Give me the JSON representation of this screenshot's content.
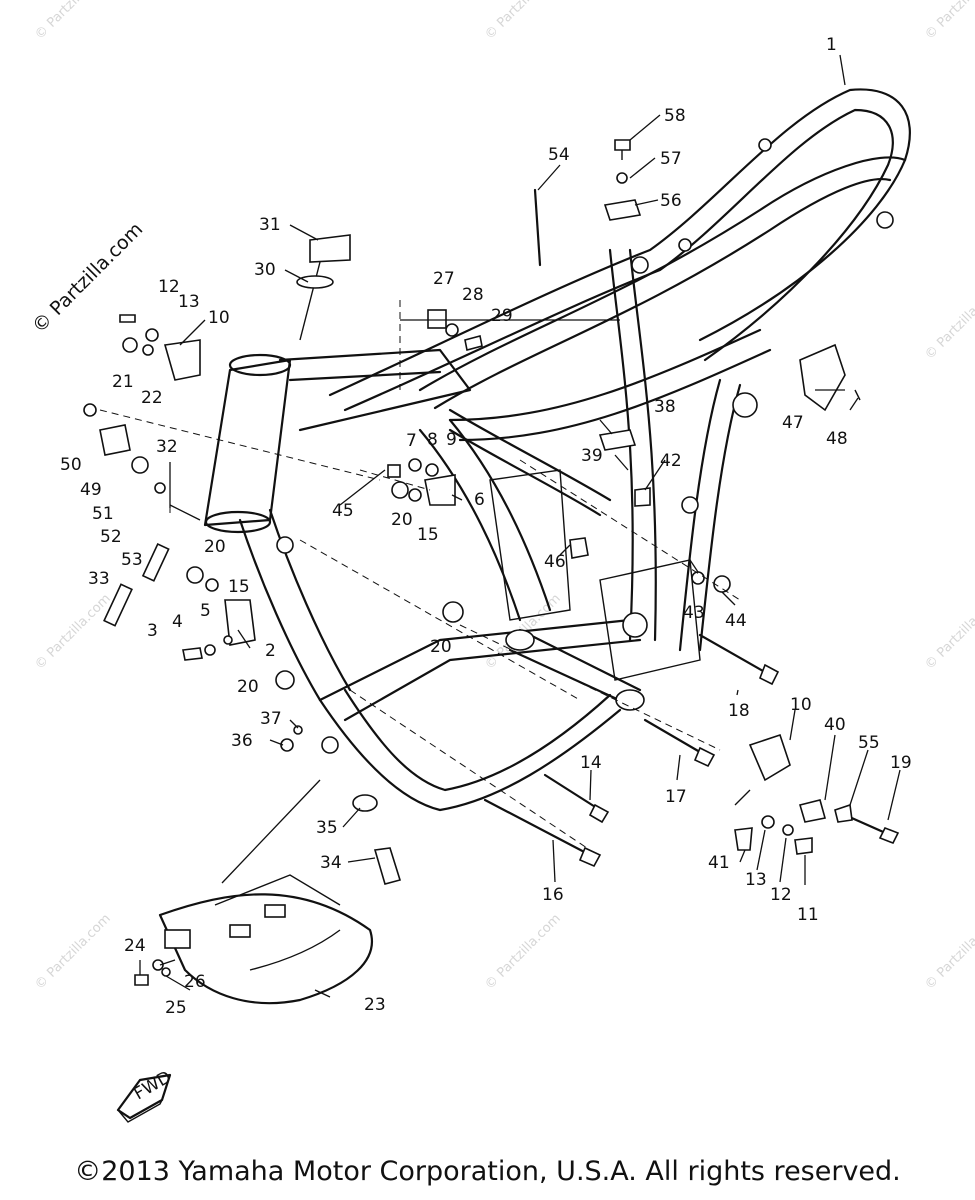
{
  "diagram": {
    "watermark_logo": "© Partzilla.com",
    "copyright": "©2013 Yamaha Motor Corporation, U.S.A. All rights reserved.",
    "fwd_marker": "FWD",
    "callouts": [
      {
        "id": "c1",
        "text": "1"
      },
      {
        "id": "c2",
        "text": "2"
      },
      {
        "id": "c3",
        "text": "3"
      },
      {
        "id": "c4",
        "text": "4"
      },
      {
        "id": "c5",
        "text": "5"
      },
      {
        "id": "c6",
        "text": "6"
      },
      {
        "id": "c7",
        "text": "7"
      },
      {
        "id": "c8",
        "text": "8"
      },
      {
        "id": "c9",
        "text": "9"
      },
      {
        "id": "c10a",
        "text": "10"
      },
      {
        "id": "c10b",
        "text": "10"
      },
      {
        "id": "c11",
        "text": "11"
      },
      {
        "id": "c12a",
        "text": "12"
      },
      {
        "id": "c12b",
        "text": "12"
      },
      {
        "id": "c13a",
        "text": "13"
      },
      {
        "id": "c13b",
        "text": "13"
      },
      {
        "id": "c14",
        "text": "14"
      },
      {
        "id": "c15a",
        "text": "15"
      },
      {
        "id": "c15b",
        "text": "15"
      },
      {
        "id": "c16",
        "text": "16"
      },
      {
        "id": "c17",
        "text": "17"
      },
      {
        "id": "c18",
        "text": "18"
      },
      {
        "id": "c19",
        "text": "19"
      },
      {
        "id": "c20a",
        "text": "20"
      },
      {
        "id": "c20b",
        "text": "20"
      },
      {
        "id": "c20c",
        "text": "20"
      },
      {
        "id": "c20d",
        "text": "20"
      },
      {
        "id": "c21",
        "text": "21"
      },
      {
        "id": "c22",
        "text": "22"
      },
      {
        "id": "c23",
        "text": "23"
      },
      {
        "id": "c24",
        "text": "24"
      },
      {
        "id": "c25",
        "text": "25"
      },
      {
        "id": "c26",
        "text": "26"
      },
      {
        "id": "c27",
        "text": "27"
      },
      {
        "id": "c28",
        "text": "28"
      },
      {
        "id": "c29",
        "text": "29"
      },
      {
        "id": "c30",
        "text": "30"
      },
      {
        "id": "c31",
        "text": "31"
      },
      {
        "id": "c32",
        "text": "32"
      },
      {
        "id": "c33",
        "text": "33"
      },
      {
        "id": "c34",
        "text": "34"
      },
      {
        "id": "c35",
        "text": "35"
      },
      {
        "id": "c36",
        "text": "36"
      },
      {
        "id": "c37",
        "text": "37"
      },
      {
        "id": "c38",
        "text": "38"
      },
      {
        "id": "c39",
        "text": "39"
      },
      {
        "id": "c40",
        "text": "40"
      },
      {
        "id": "c41",
        "text": "41"
      },
      {
        "id": "c42",
        "text": "42"
      },
      {
        "id": "c43",
        "text": "43"
      },
      {
        "id": "c44",
        "text": "44"
      },
      {
        "id": "c45",
        "text": "45"
      },
      {
        "id": "c46",
        "text": "46"
      },
      {
        "id": "c47",
        "text": "47"
      },
      {
        "id": "c48",
        "text": "48"
      },
      {
        "id": "c49",
        "text": "49"
      },
      {
        "id": "c50",
        "text": "50"
      },
      {
        "id": "c51",
        "text": "51"
      },
      {
        "id": "c52",
        "text": "52"
      },
      {
        "id": "c53",
        "text": "53"
      },
      {
        "id": "c54",
        "text": "54"
      },
      {
        "id": "c55",
        "text": "55"
      },
      {
        "id": "c56",
        "text": "56"
      },
      {
        "id": "c57",
        "text": "57"
      },
      {
        "id": "c58",
        "text": "58"
      }
    ]
  }
}
